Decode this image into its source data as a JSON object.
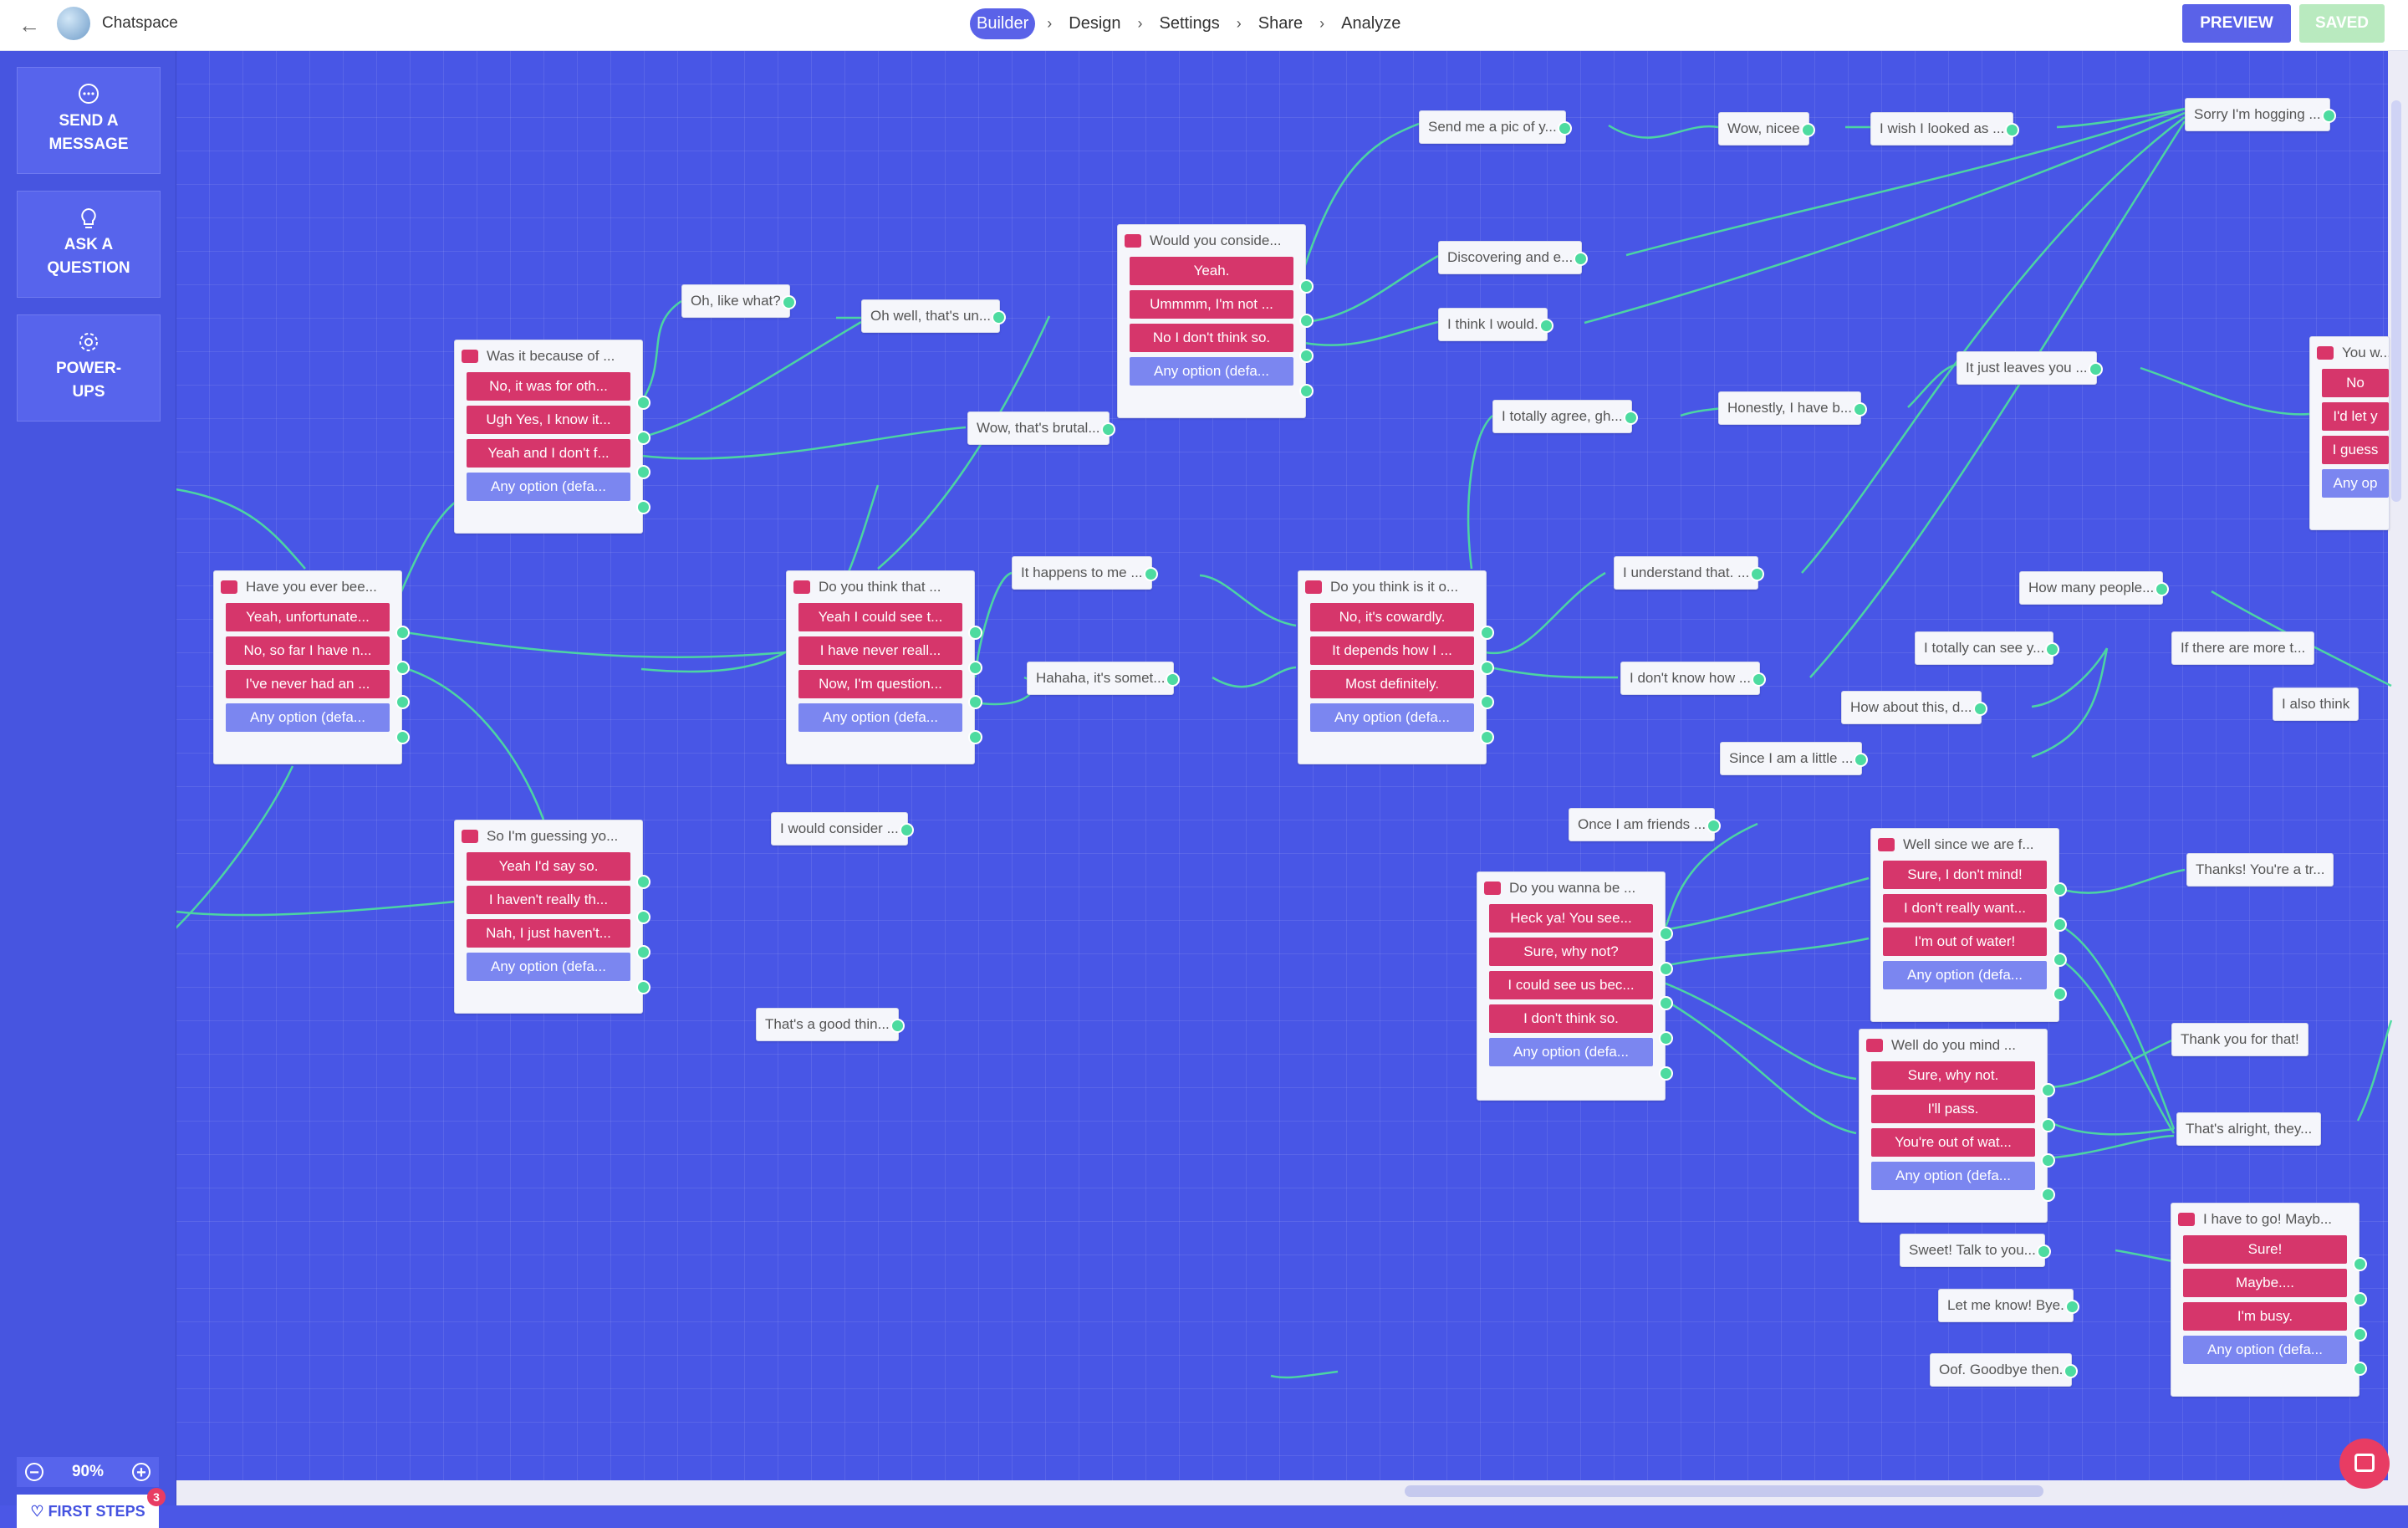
{
  "app": {
    "title": "Chatspace"
  },
  "steps": [
    "Builder",
    "Design",
    "Settings",
    "Share",
    "Analyze"
  ],
  "buttons": {
    "preview": "PREVIEW",
    "saved": "SAVED"
  },
  "sidebar": [
    {
      "line1": "SEND A",
      "line2": "MESSAGE",
      "icon": "chat-bubble-icon"
    },
    {
      "line1": "ASK A",
      "line2": "QUESTION",
      "icon": "lightbulb-icon"
    },
    {
      "line1": "POWER-",
      "line2": "UPS",
      "icon": "gear-icon"
    }
  ],
  "zoom": "90%",
  "first_steps": {
    "label": "FIRST STEPS",
    "badge": "3"
  },
  "questions": {
    "q1": {
      "title": "Have you ever bee...",
      "options": [
        "Yeah, unfortunate...",
        "No, so far I have n...",
        "I've never had an ...",
        "Any option (defa..."
      ]
    },
    "q2": {
      "title": "Was it because of ...",
      "options": [
        "No, it was for oth...",
        "Ugh Yes, I know it...",
        "Yeah and I don't f...",
        "Any option (defa..."
      ]
    },
    "q3": {
      "title": "So I'm guessing yo...",
      "options": [
        "Yeah I'd say so.",
        "I haven't really th...",
        "Nah, I just haven't...",
        "Any option (defa..."
      ]
    },
    "q4": {
      "title": "Do you think that ...",
      "options": [
        "Yeah I could see t...",
        "I have never reall...",
        "Now, I'm question...",
        "Any option (defa..."
      ]
    },
    "q5": {
      "title": "Would you conside...",
      "options": [
        "Yeah.",
        "Ummmm, I'm not ...",
        "No I don't think so.",
        "Any option (defa..."
      ]
    },
    "q6": {
      "title": "Do you think is it o...",
      "options": [
        "No, it's cowardly.",
        "It depends how I ...",
        "Most definitely.",
        "Any option (defa..."
      ]
    },
    "q7": {
      "title": "Do you wanna be ...",
      "options": [
        "Heck ya! You see...",
        "Sure, why not?",
        "I could see us bec...",
        "I don't think so.",
        "Any option (defa..."
      ]
    },
    "q8": {
      "title": "Well since we are f...",
      "options": [
        "Sure, I don't mind!",
        "I don't really want...",
        "I'm out of water!",
        "Any option (defa..."
      ]
    },
    "q9": {
      "title": "Well do you mind ...",
      "options": [
        "Sure, why not.",
        "I'll pass.",
        "You're out of wat...",
        "Any option (defa..."
      ]
    },
    "q10": {
      "title": "I have to go! Mayb...",
      "options": [
        "Sure!",
        "Maybe....",
        "I'm busy.",
        "Any option (defa..."
      ]
    },
    "q11": {
      "title": "You w...",
      "options": [
        "No",
        "I'd let y",
        "I guess",
        "Any op"
      ]
    }
  },
  "messages": {
    "m1": "Oh, like what?",
    "m2": "Oh well, that's un...",
    "m3": "Wow, that's brutal...",
    "m4": "It happens to me ...",
    "m5": "Hahaha, it's somet...",
    "m6": "I would consider ...",
    "m7": "That's a good thin...",
    "m8": "Send me a pic of y...",
    "m9": "Wow, nicee",
    "m10": "I wish I looked as ...",
    "m11": "Sorry I'm hogging ...",
    "m12": "Discovering and e...",
    "m13": "I think I would.",
    "m14": "I totally agree, gh...",
    "m15": "Honestly, I have b...",
    "m16": "It just leaves you ...",
    "m17": "I understand that. ...",
    "m18": "I don't know how ...",
    "m19": "How many people...",
    "m20": "I totally can see y...",
    "m21": "If there are more t...",
    "m22": "How about this, d...",
    "m23": "I also think",
    "m24": "Since I am a little ...",
    "m25": "Once I am friends ...",
    "m26": "Thanks! You're a tr...",
    "m27": "Thank you for that!",
    "m28": "That's alright, they...",
    "m29": "Sweet! Talk to you...",
    "m30": "Let me know! Bye.",
    "m31": "Oof. Goodbye then."
  },
  "colors": {
    "canvas": "#4856e6",
    "question_option": "#d6366b",
    "default_option": "#7b86f0",
    "connector": "#4ddba0",
    "primary": "#5a62e8",
    "saved": "#b9eabf"
  }
}
